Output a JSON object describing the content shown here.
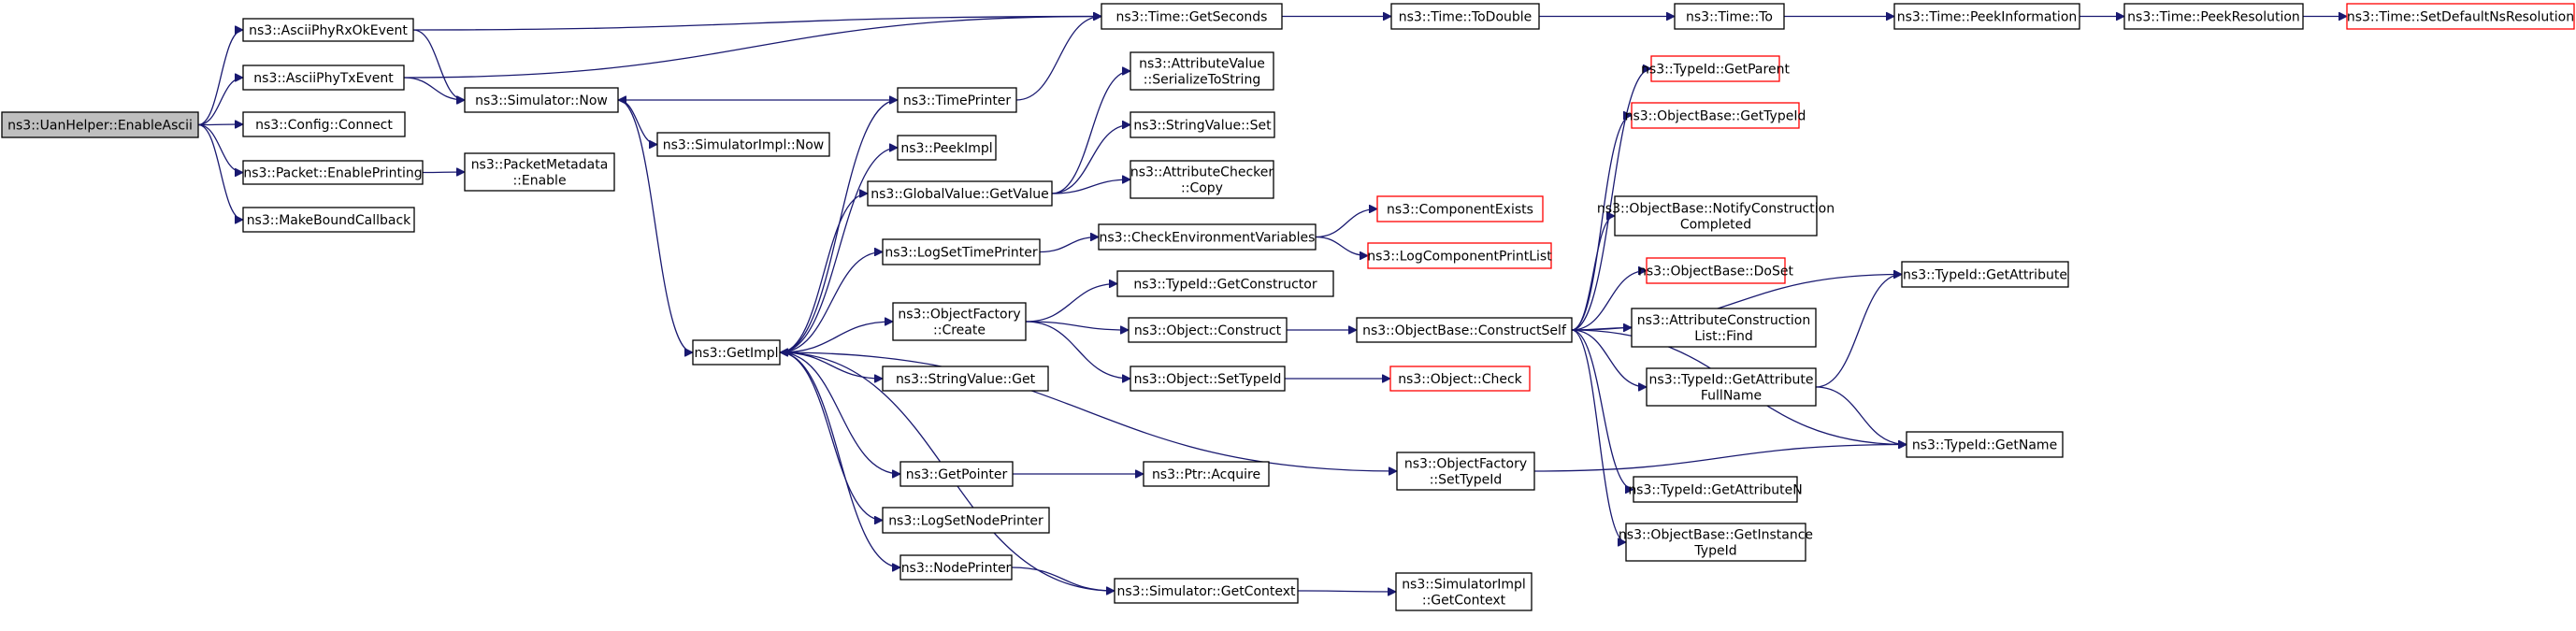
{
  "diagram": {
    "kind": "call-graph",
    "colors": {
      "edge": "#191970",
      "node_border": "#000000",
      "node_border_undocumented": "#ff0000",
      "root_fill": "#bfbfbf",
      "node_fill": "#ffffff"
    },
    "nodes": [
      {
        "id": "n0",
        "lines": [
          "ns3::UanHelper::EnableAscii"
        ],
        "style": "root"
      },
      {
        "id": "n1",
        "lines": [
          "ns3::AsciiPhyRxOkEvent"
        ]
      },
      {
        "id": "n2",
        "lines": [
          "ns3::AsciiPhyTxEvent"
        ]
      },
      {
        "id": "n3",
        "lines": [
          "ns3::Config::Connect"
        ]
      },
      {
        "id": "n4",
        "lines": [
          "ns3::Packet::EnablePrinting"
        ]
      },
      {
        "id": "n5",
        "lines": [
          "ns3::MakeBoundCallback"
        ]
      },
      {
        "id": "n6",
        "lines": [
          "ns3::Time::GetSeconds"
        ]
      },
      {
        "id": "n7",
        "lines": [
          "ns3::Simulator::Now"
        ]
      },
      {
        "id": "n8",
        "lines": [
          "ns3::PacketMetadata",
          "::Enable"
        ]
      },
      {
        "id": "n9",
        "lines": [
          "ns3::Time::ToDouble"
        ]
      },
      {
        "id": "n10",
        "lines": [
          "ns3::Time::To"
        ]
      },
      {
        "id": "n11",
        "lines": [
          "ns3::Time::PeekInformation"
        ]
      },
      {
        "id": "n12",
        "lines": [
          "ns3::Time::PeekResolution"
        ]
      },
      {
        "id": "n13",
        "lines": [
          "ns3::Time::SetDefaultNsResolution"
        ],
        "style": "undocumented"
      },
      {
        "id": "n14",
        "lines": [
          "ns3::SimulatorImpl::Now"
        ]
      },
      {
        "id": "n15",
        "lines": [
          "ns3::GetImpl"
        ]
      },
      {
        "id": "n16",
        "lines": [
          "ns3::TimePrinter"
        ]
      },
      {
        "id": "n17",
        "lines": [
          "ns3::PeekImpl"
        ]
      },
      {
        "id": "n18",
        "lines": [
          "ns3::GlobalValue::GetValue"
        ]
      },
      {
        "id": "n19",
        "lines": [
          "ns3::LogSetTimePrinter"
        ]
      },
      {
        "id": "n20",
        "lines": [
          "ns3::ObjectFactory",
          "::Create"
        ]
      },
      {
        "id": "n21",
        "lines": [
          "ns3::StringValue::Get"
        ]
      },
      {
        "id": "n22",
        "lines": [
          "ns3::GetPointer"
        ]
      },
      {
        "id": "n23",
        "lines": [
          "ns3::LogSetNodePrinter"
        ]
      },
      {
        "id": "n24",
        "lines": [
          "ns3::NodePrinter"
        ]
      },
      {
        "id": "n25",
        "lines": [
          "ns3::AttributeValue",
          "::SerializeToString"
        ]
      },
      {
        "id": "n26",
        "lines": [
          "ns3::StringValue::Set"
        ]
      },
      {
        "id": "n27",
        "lines": [
          "ns3::AttributeChecker",
          "::Copy"
        ]
      },
      {
        "id": "n28",
        "lines": [
          "ns3::CheckEnvironmentVariables"
        ]
      },
      {
        "id": "n29",
        "lines": [
          "ns3::TypeId::GetConstructor"
        ]
      },
      {
        "id": "n30",
        "lines": [
          "ns3::Object::Construct"
        ]
      },
      {
        "id": "n31",
        "lines": [
          "ns3::Object::SetTypeId"
        ]
      },
      {
        "id": "n32",
        "lines": [
          "ns3::Ptr::Acquire"
        ]
      },
      {
        "id": "n33",
        "lines": [
          "ns3::Simulator::GetContext"
        ]
      },
      {
        "id": "n34",
        "lines": [
          "ns3::ObjectFactory",
          "::SetTypeId"
        ]
      },
      {
        "id": "n35",
        "lines": [
          "ns3::ComponentExists"
        ],
        "style": "undocumented"
      },
      {
        "id": "n36",
        "lines": [
          "ns3::LogComponentPrintList"
        ],
        "style": "undocumented"
      },
      {
        "id": "n37",
        "lines": [
          "ns3::ObjectBase::ConstructSelf"
        ]
      },
      {
        "id": "n38",
        "lines": [
          "ns3::Object::Check"
        ],
        "style": "undocumented"
      },
      {
        "id": "n39",
        "lines": [
          "ns3::SimulatorImpl",
          "::GetContext"
        ]
      },
      {
        "id": "n40",
        "lines": [
          "ns3::TypeId::GetParent"
        ],
        "style": "undocumented"
      },
      {
        "id": "n41",
        "lines": [
          "ns3::ObjectBase::GetTypeId"
        ],
        "style": "undocumented"
      },
      {
        "id": "n42",
        "lines": [
          "ns3::ObjectBase::NotifyConstruction",
          "Completed"
        ]
      },
      {
        "id": "n43",
        "lines": [
          "ns3::ObjectBase::DoSet"
        ],
        "style": "undocumented"
      },
      {
        "id": "n44",
        "lines": [
          "ns3::AttributeConstruction",
          "List::Find"
        ]
      },
      {
        "id": "n45",
        "lines": [
          "ns3::TypeId::GetAttribute",
          "FullName"
        ]
      },
      {
        "id": "n46",
        "lines": [
          "ns3::TypeId::GetAttributeN"
        ]
      },
      {
        "id": "n47",
        "lines": [
          "ns3::ObjectBase::GetInstance",
          "TypeId"
        ]
      },
      {
        "id": "n48",
        "lines": [
          "ns3::TypeId::GetAttribute"
        ]
      },
      {
        "id": "n49",
        "lines": [
          "ns3::TypeId::GetName"
        ]
      }
    ],
    "edges": [
      [
        "n0",
        "n1"
      ],
      [
        "n0",
        "n2"
      ],
      [
        "n0",
        "n3"
      ],
      [
        "n0",
        "n4"
      ],
      [
        "n0",
        "n5"
      ],
      [
        "n1",
        "n6"
      ],
      [
        "n1",
        "n7"
      ],
      [
        "n2",
        "n6"
      ],
      [
        "n2",
        "n7"
      ],
      [
        "n4",
        "n8"
      ],
      [
        "n6",
        "n9"
      ],
      [
        "n9",
        "n10"
      ],
      [
        "n10",
        "n11"
      ],
      [
        "n11",
        "n12"
      ],
      [
        "n12",
        "n13"
      ],
      [
        "n7",
        "n14"
      ],
      [
        "n7",
        "n15"
      ],
      [
        "n15",
        "n16"
      ],
      [
        "n15",
        "n17"
      ],
      [
        "n15",
        "n18"
      ],
      [
        "n15",
        "n19"
      ],
      [
        "n15",
        "n20"
      ],
      [
        "n15",
        "n21"
      ],
      [
        "n15",
        "n22"
      ],
      [
        "n15",
        "n23"
      ],
      [
        "n15",
        "n24"
      ],
      [
        "n15",
        "n34"
      ],
      [
        "n16",
        "n6"
      ],
      [
        "n16",
        "n7"
      ],
      [
        "n18",
        "n25"
      ],
      [
        "n18",
        "n26"
      ],
      [
        "n18",
        "n27"
      ],
      [
        "n19",
        "n28"
      ],
      [
        "n28",
        "n35"
      ],
      [
        "n28",
        "n36"
      ],
      [
        "n20",
        "n29"
      ],
      [
        "n20",
        "n30"
      ],
      [
        "n20",
        "n31"
      ],
      [
        "n30",
        "n37"
      ],
      [
        "n31",
        "n38"
      ],
      [
        "n22",
        "n32"
      ],
      [
        "n24",
        "n33"
      ],
      [
        "n33",
        "n15"
      ],
      [
        "n33",
        "n39"
      ],
      [
        "n34",
        "n49"
      ],
      [
        "n37",
        "n40"
      ],
      [
        "n37",
        "n41"
      ],
      [
        "n37",
        "n42"
      ],
      [
        "n37",
        "n43"
      ],
      [
        "n37",
        "n44"
      ],
      [
        "n37",
        "n45"
      ],
      [
        "n37",
        "n46"
      ],
      [
        "n37",
        "n47"
      ],
      [
        "n37",
        "n48"
      ],
      [
        "n37",
        "n49"
      ],
      [
        "n45",
        "n48"
      ],
      [
        "n45",
        "n49"
      ]
    ]
  }
}
